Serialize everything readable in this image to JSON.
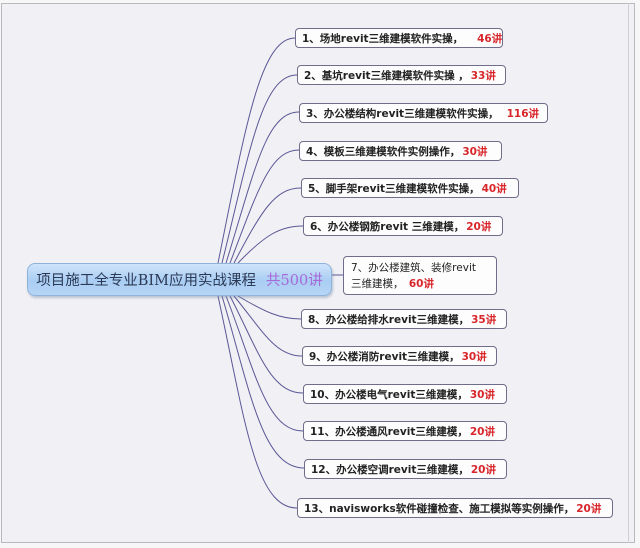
{
  "central": {
    "title": "项目施工全专业BIM应用实战课程",
    "count": "共500讲"
  },
  "colors": {
    "line": "#5a5796",
    "count_red": "#d8262a",
    "central_count": "#a56ad8",
    "central_fill": "#b7d6f6"
  },
  "nodes": [
    {
      "label": "1、场地revit三维建模软件实操，",
      "count": "46讲"
    },
    {
      "label": "2、基坑revit三维建模软件实操 ，",
      "count": "33讲"
    },
    {
      "label": "3、办公楼结构revit三维建模软件实操，",
      "count": "116讲"
    },
    {
      "label": "4、模板三维建模软件实例操作，",
      "count": "30讲"
    },
    {
      "label": "5、脚手架revit三维建模软件实操，",
      "count": "40讲"
    },
    {
      "label": "6、办公楼钢筋revit 三维建模，",
      "count": "20讲"
    },
    {
      "label": "7、办公楼建筑、装修revit 三维建模，",
      "count": "60讲"
    },
    {
      "label": "8、办公楼给排水revit三维建模，",
      "count": "35讲"
    },
    {
      "label": "9、办公楼消防revit三维建模，",
      "count": "30讲"
    },
    {
      "label": "10、办公楼电气revit三维建模，",
      "count": "30讲"
    },
    {
      "label": "11、办公楼通风revit三维建模，",
      "count": "20讲"
    },
    {
      "label": "12、办公楼空调revit三维建模，",
      "count": "20讲"
    },
    {
      "label": "13、navisworks软件碰撞检查、施工模拟等实例操作，",
      "count": "20讲"
    }
  ]
}
